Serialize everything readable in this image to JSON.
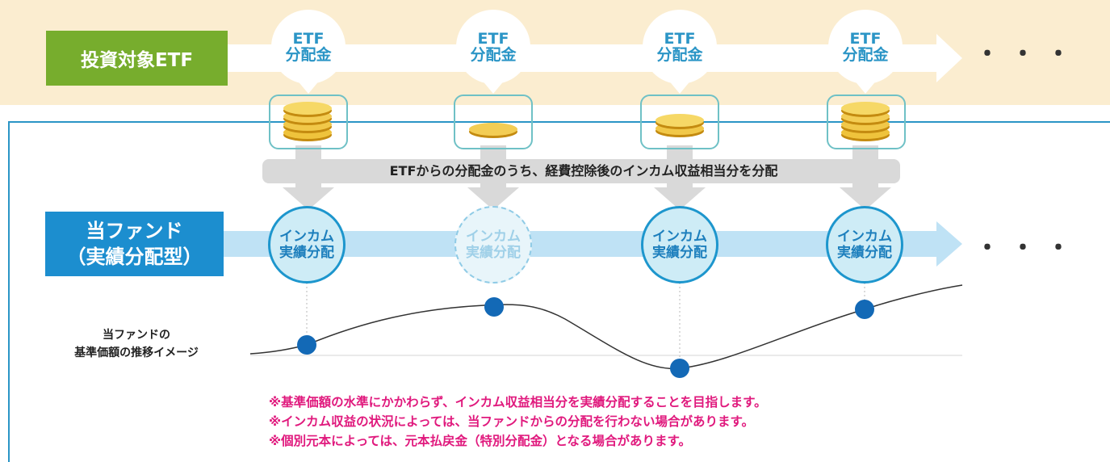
{
  "etf_row": {
    "label": "投資対象ETF",
    "ellipsis": "・・・"
  },
  "etf_bubbles": [
    {
      "line1": "ETF",
      "line2": "分配金"
    },
    {
      "line1": "ETF",
      "line2": "分配金"
    },
    {
      "line1": "ETF",
      "line2": "分配金"
    },
    {
      "line1": "ETF",
      "line2": "分配金"
    }
  ],
  "coin_stacks": [
    {
      "coins": 4
    },
    {
      "coins": 1
    },
    {
      "coins": 2
    },
    {
      "coins": 4
    }
  ],
  "process_text": "ETFからの分配金のうち、経費控除後のインカム収益相当分を分配",
  "fund_row": {
    "label_line1": "当ファンド",
    "label_line2": "（実績分配型）",
    "ellipsis": "・・・"
  },
  "distributions": [
    {
      "line1": "インカム",
      "line2": "実績分配",
      "style": "solid"
    },
    {
      "line1": "インカム",
      "line2": "実績分配",
      "style": "dashed"
    },
    {
      "line1": "インカム",
      "line2": "実績分配",
      "style": "solid"
    },
    {
      "line1": "インカム",
      "line2": "実績分配",
      "style": "solid"
    }
  ],
  "nav_chart": {
    "label_line1": "当ファンドの",
    "label_line2": "基準価額の推移イメージ"
  },
  "notes": [
    "※基準価額の水準にかかわらず、インカム収益相当分を実績分配することを目指します。",
    "※インカム収益の状況によっては、当ファンドからの分配を行わない場合があります。",
    "※個別元本によっては、元本払戻金（特別分配金）となる場合があります。"
  ],
  "colors": {
    "etf_green": "#77ad2d",
    "fund_blue": "#1c8ecf",
    "accent_blue": "#2b95c6",
    "note_pink": "#e0197d",
    "top_band": "#fbedd0"
  }
}
